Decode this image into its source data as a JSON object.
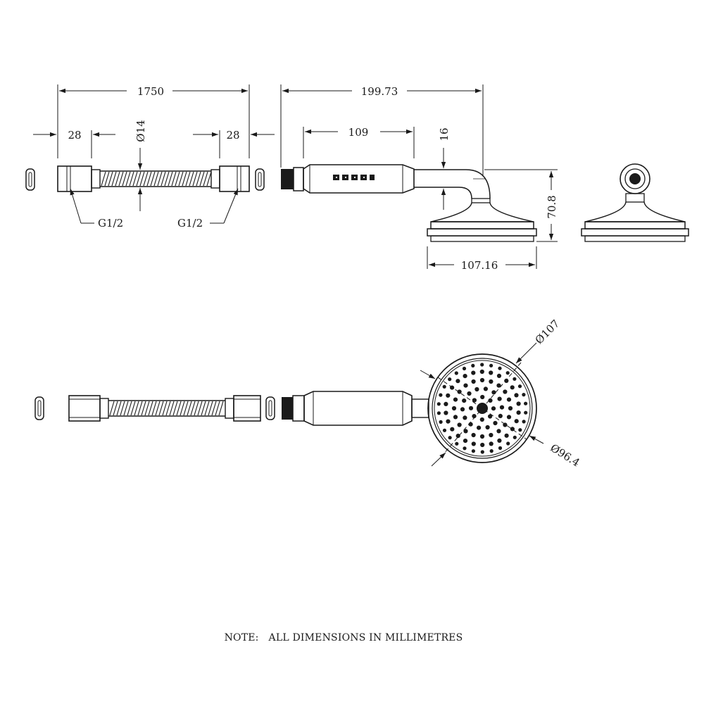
{
  "dimensions": {
    "hose_length": "1750",
    "hose_diameter": "Ø14",
    "nut_left": "28",
    "nut_right": "28",
    "thread_left": "G1/2",
    "thread_right": "G1/2",
    "shower_length": "199.73",
    "handle_length": "109",
    "stem_diameter": "16",
    "head_height": "70.8",
    "head_width": "107.16",
    "head_outer_diameter": "Ø107",
    "head_inner_diameter": "Ø96.4"
  },
  "note": "NOTE:   ALL DIMENSIONS IN MILLIMETRES"
}
